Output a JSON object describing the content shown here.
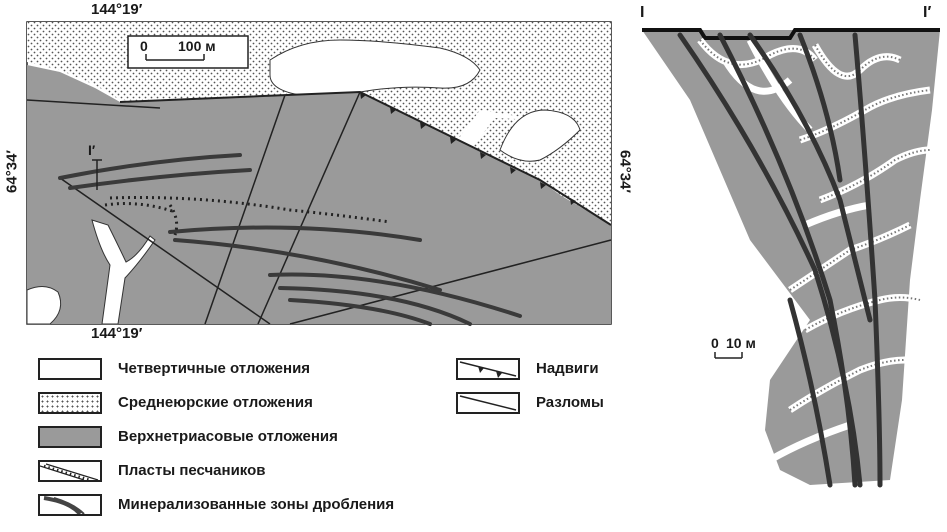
{
  "map": {
    "coord_top": "144°19′",
    "coord_bottom": "144°19′",
    "coord_left": "64°34′",
    "coord_right": "64°34′",
    "scale_zero": "0",
    "scale_value": "100 м",
    "section_marker": "I′"
  },
  "section": {
    "start_label": "I",
    "end_label": "I′",
    "scale_zero": "0",
    "scale_value": "10 м"
  },
  "legend": {
    "items": [
      {
        "key": "quaternary",
        "label": "Четвертичные отложения"
      },
      {
        "key": "middle_jurassic",
        "label": "Среднеюрские отложения"
      },
      {
        "key": "upper_triassic",
        "label": "Верхнетриасовые отложения"
      },
      {
        "key": "sandstone",
        "label": "Пласты песчаников"
      },
      {
        "key": "mineralized",
        "label": "Минерализованные  зоны дробления"
      },
      {
        "key": "thrusts",
        "label": "Надвиги"
      },
      {
        "key": "faults",
        "label": "Разломы"
      }
    ]
  },
  "colors": {
    "triassic_gray": "#9a9a9a",
    "line_dark": "#333333",
    "dots": "#555555"
  }
}
